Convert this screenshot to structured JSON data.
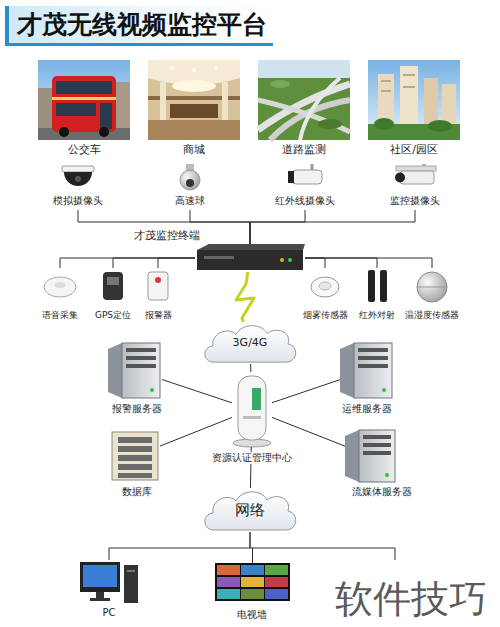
{
  "diagram": {
    "title": "才茂无线视频监控平台",
    "nodes": [
      {
        "text": [
          "公交车"
        ]
      },
      {
        "text": [
          "商城"
        ]
      },
      {
        "text": [
          "道路监测"
        ]
      },
      {
        "text": [
          "社区/园区"
        ]
      },
      {
        "text": [
          "模拟摄像头"
        ]
      },
      {
        "text": [
          "高速球"
        ]
      },
      {
        "text": [
          "红外线摄像头"
        ]
      },
      {
        "text": [
          "监控摄像头"
        ]
      },
      {
        "text": [
          "才茂监控终端"
        ]
      },
      {
        "text": [
          "语音采集"
        ]
      },
      {
        "text": [
          "GPS定位"
        ]
      },
      {
        "text": [
          "报警器"
        ]
      },
      {
        "text": [
          "烟雾传感器"
        ]
      },
      {
        "text": [
          "红外对射"
        ]
      },
      {
        "text": [
          "温湿度传感器"
        ]
      },
      {
        "text": [
          "3G/4G"
        ]
      },
      {
        "text": [
          "报警服务器"
        ]
      },
      {
        "text": [
          "运维服务器"
        ]
      },
      {
        "text": [
          "资源认证管理中心"
        ]
      },
      {
        "text": [
          "数据库"
        ]
      },
      {
        "text": [
          "流媒体服务器"
        ]
      },
      {
        "text": [
          "网络"
        ]
      },
      {
        "text": [
          "PC"
        ]
      },
      {
        "text": [
          "电视墙"
        ]
      }
    ],
    "edges": [
      {
        "from": 4,
        "to": 8,
        "arrow": "none"
      },
      {
        "from": 5,
        "to": 8,
        "arrow": "none"
      },
      {
        "from": 6,
        "to": 8,
        "arrow": "none"
      },
      {
        "from": 7,
        "to": 8,
        "arrow": "none"
      },
      {
        "from": 9,
        "to": 8,
        "arrow": "none"
      },
      {
        "from": 10,
        "to": 8,
        "arrow": "none"
      },
      {
        "from": 11,
        "to": 8,
        "arrow": "none"
      },
      {
        "from": 12,
        "to": 8,
        "arrow": "none"
      },
      {
        "from": 13,
        "to": 8,
        "arrow": "none"
      },
      {
        "from": 14,
        "to": 8,
        "arrow": "none"
      },
      {
        "from": 8,
        "to": 15,
        "arrow": "none"
      },
      {
        "from": 15,
        "to": 18,
        "arrow": "none"
      },
      {
        "from": 16,
        "to": 18,
        "arrow": "none"
      },
      {
        "from": 17,
        "to": 18,
        "arrow": "none"
      },
      {
        "from": 19,
        "to": 18,
        "arrow": "none"
      },
      {
        "from": 20,
        "to": 18,
        "arrow": "none"
      },
      {
        "from": 18,
        "to": 21,
        "arrow": "none"
      },
      {
        "from": 21,
        "to": 22,
        "arrow": "none"
      },
      {
        "from": 21,
        "to": 23,
        "arrow": "none"
      }
    ],
    "labels": [
      "软件技巧"
    ]
  }
}
